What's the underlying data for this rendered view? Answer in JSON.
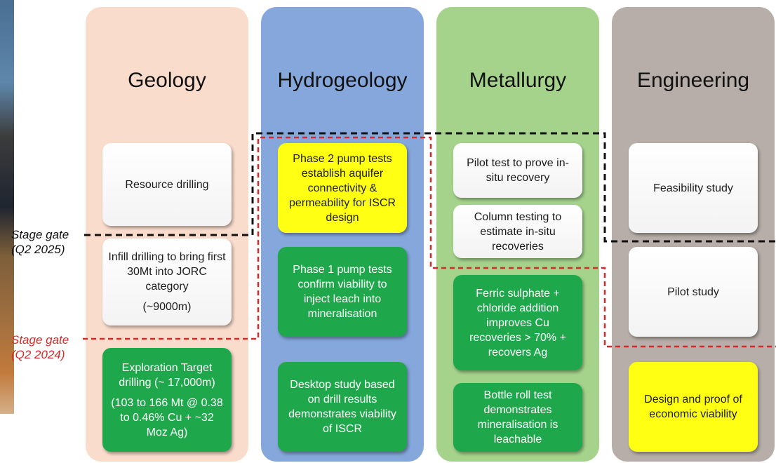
{
  "colors": {
    "geology_bg": "#f9dccc",
    "hydrogeology_bg": "#85a7dc",
    "metallurgy_bg": "#a5d38c",
    "engineering_bg": "#b7aea9",
    "box_green": "#1fa84b",
    "box_yellow": "#ffff14",
    "box_white": "#ffffff",
    "gate_2025": "#111111",
    "gate_2024": "#d62a2a"
  },
  "columns": [
    {
      "title": "Geology",
      "boxes": [
        {
          "style": "white",
          "lines": [
            "Resource drilling"
          ]
        },
        {
          "style": "white",
          "lines": [
            "Infill drilling to bring first 30Mt into JORC category",
            "(~9000m)"
          ]
        },
        {
          "style": "green",
          "lines": [
            "Exploration Target drilling (~ 17,000m)",
            "(103 to 166 Mt @ 0.38 to 0.46% Cu + ~32 Moz  Ag)"
          ]
        }
      ]
    },
    {
      "title": "Hydrogeology",
      "boxes": [
        {
          "style": "yellow",
          "lines": [
            "Phase 2 pump tests establish aquifer connectivity & permeability for ISCR design"
          ]
        },
        {
          "style": "green",
          "lines": [
            "Phase 1 pump tests confirm viability to inject leach into mineralisation"
          ]
        },
        {
          "style": "green",
          "lines": [
            "Desktop study based on drill results demonstrates viability of ISCR"
          ]
        }
      ]
    },
    {
      "title": "Metallurgy",
      "boxes": [
        {
          "style": "white",
          "lines": [
            "Pilot test to prove in-situ recovery"
          ]
        },
        {
          "style": "white",
          "lines": [
            "Column testing to estimate in-situ recoveries"
          ]
        },
        {
          "style": "green",
          "lines": [
            "Ferric sulphate + chloride addition improves Cu recoveries > 70% + recovers Ag"
          ]
        },
        {
          "style": "green",
          "lines": [
            "Bottle roll test demonstrates mineralisation is leachable"
          ]
        }
      ]
    },
    {
      "title": "Engineering",
      "boxes": [
        {
          "style": "white",
          "lines": [
            "Feasibility study"
          ]
        },
        {
          "style": "white",
          "lines": [
            "Pilot study"
          ]
        },
        {
          "style": "yellow",
          "lines": [
            "Design and proof of economic viability"
          ]
        }
      ]
    }
  ],
  "stage_gates": [
    {
      "label": "Stage gate",
      "sublabel": "(Q2 2025)"
    },
    {
      "label": "Stage gate",
      "sublabel": "(Q2 2024)"
    }
  ]
}
